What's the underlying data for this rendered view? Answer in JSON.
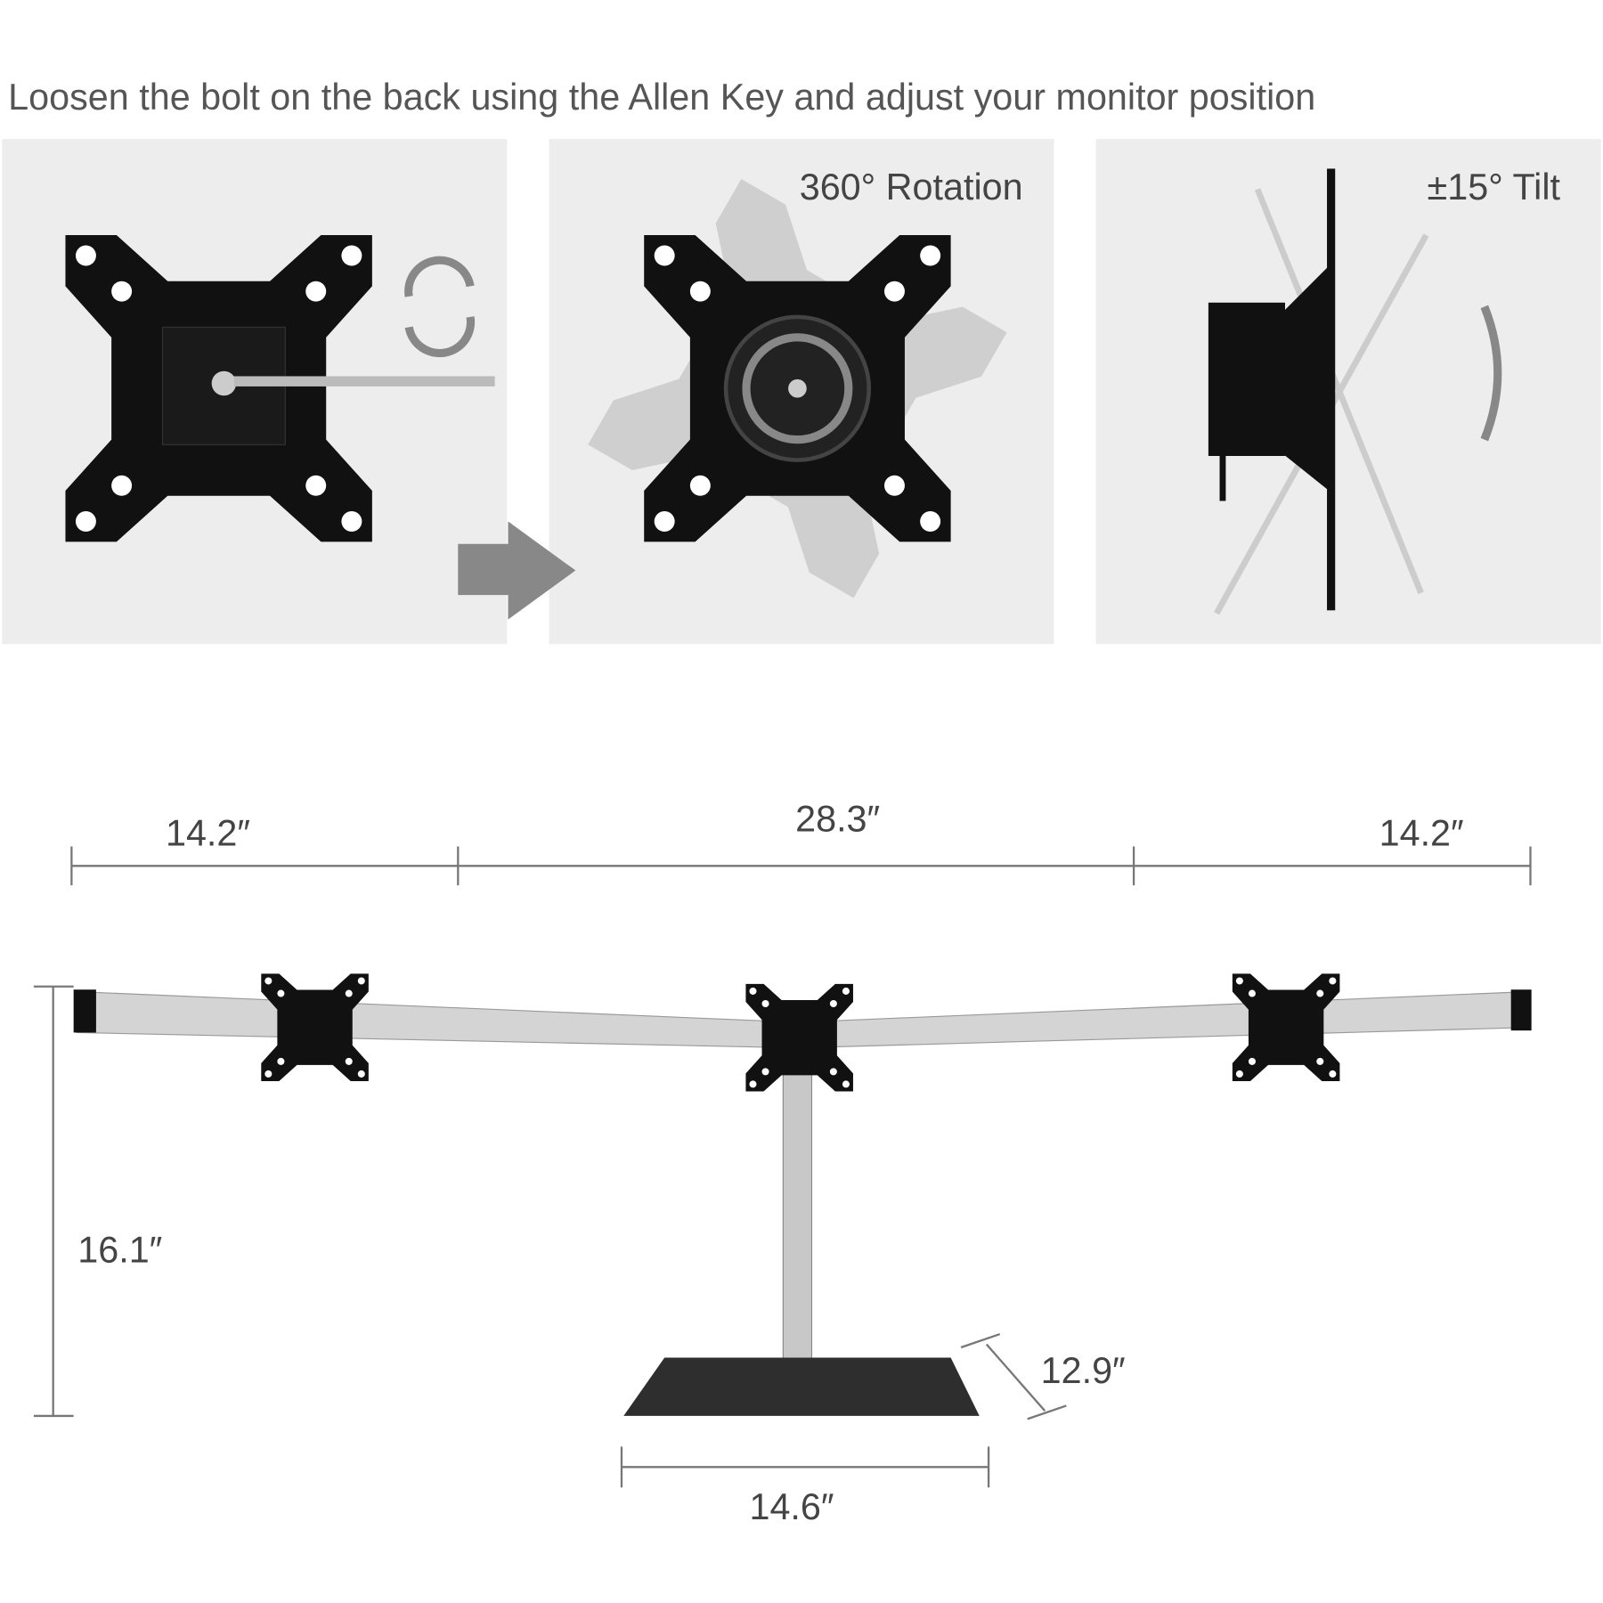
{
  "title": "Loosen the bolt on the back using the Allen Key and adjust your monitor position",
  "panels": {
    "rotation_label": "360° Rotation",
    "tilt_label": "±15° Tilt"
  },
  "dimensions": {
    "left_arm": "14.2″",
    "center_span": "28.3″",
    "right_arm": "14.2″",
    "height": "16.1″",
    "base_depth": "12.9″",
    "base_width": "14.6″"
  }
}
